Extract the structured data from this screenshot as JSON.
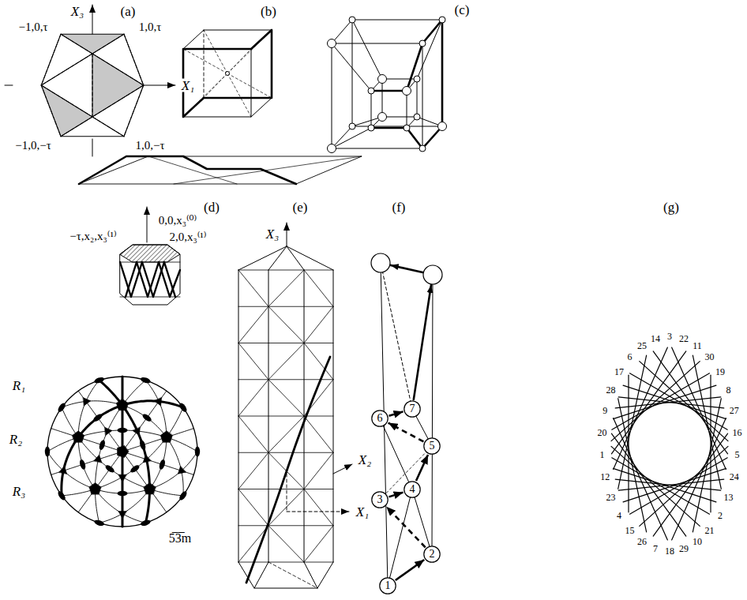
{
  "diagram": {
    "nodes": [
      {
        "text": [
          "1"
        ]
      },
      {
        "text": [
          "2"
        ]
      },
      {
        "text": [
          "3"
        ]
      },
      {
        "text": [
          "4"
        ]
      },
      {
        "text": [
          "5"
        ]
      },
      {
        "text": [
          "6"
        ]
      },
      {
        "text": [
          "7"
        ]
      }
    ],
    "edges": [
      {
        "from": 0,
        "to": 1,
        "arrow": "to"
      },
      {
        "from": 1,
        "to": 2,
        "arrow": "to"
      },
      {
        "from": 2,
        "to": 3,
        "arrow": "to"
      },
      {
        "from": 3,
        "to": 4,
        "arrow": "to"
      },
      {
        "from": 4,
        "to": 5,
        "arrow": "to"
      },
      {
        "from": 5,
        "to": 6,
        "arrow": "to"
      }
    ],
    "labels": [
      "(a)",
      "X₃",
      "−1,0,τ",
      "1,0,τ",
      "X₁",
      "−1,0,−τ",
      "1,0,−τ",
      "(b)",
      "(c)",
      "(d)",
      "0,0,x₃⁽⁰⁾",
      "−τ,x₂,x₃⁽¹⁾",
      "2,0,x₃⁽¹⁾",
      "R₁",
      "R₂",
      "R₃",
      "5̅3̅m",
      "(e)",
      "X₃",
      "X₂",
      "X₁",
      "(f)",
      "(g)",
      "3",
      "22",
      "11",
      "30",
      "19",
      "8",
      "27",
      "16",
      "5",
      "24",
      "13",
      "2",
      "21",
      "10",
      "29",
      "18",
      "7",
      "26",
      "15",
      "4",
      "23",
      "12",
      "1",
      "20",
      "9",
      "28",
      "17",
      "6",
      "25",
      "14"
    ]
  }
}
